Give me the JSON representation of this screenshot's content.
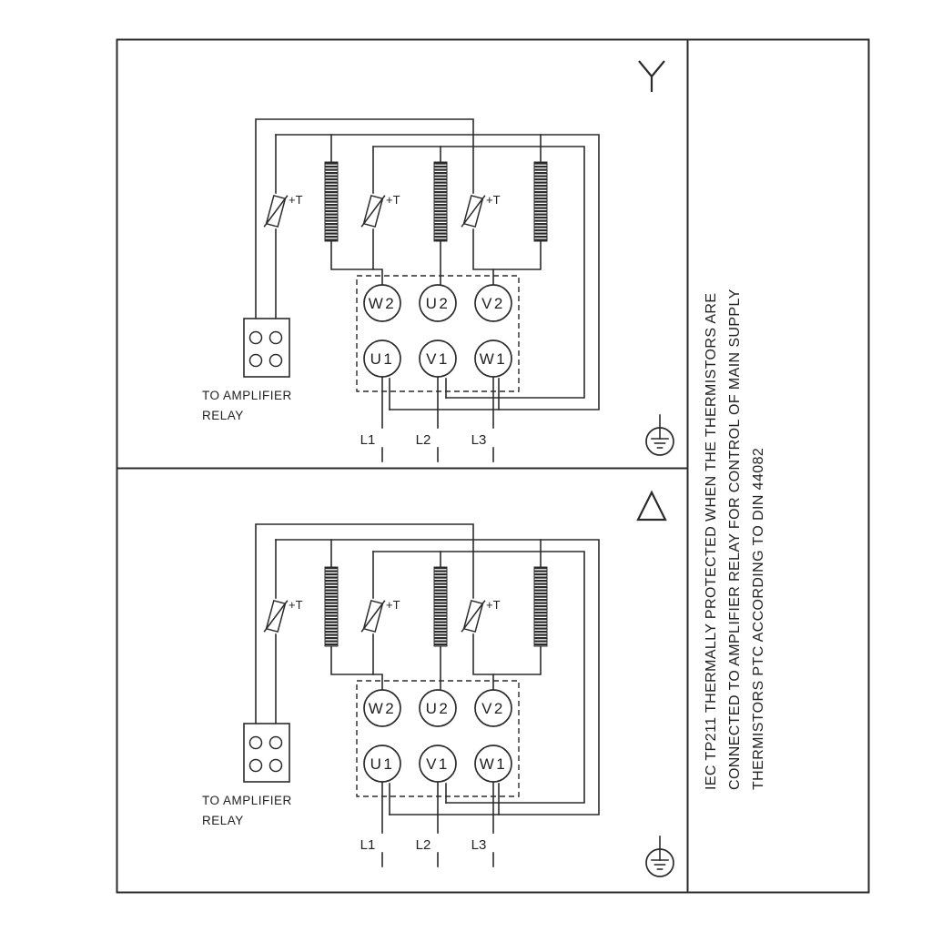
{
  "diagram": {
    "side_note": {
      "line1": "IEC TP211 THERMALLY PROTECTED WHEN THE THERMISTORS ARE",
      "line2": "CONNECTED TO AMPLIFIER RELAY FOR CONTROL OF MAIN SUPPLY",
      "line3": "THERMISTORS PTC ACCORDING TO DIN 44082"
    },
    "panels": [
      {
        "name": "star-connection",
        "connection_symbol": "star",
        "terminals_top": [
          "W2",
          "U2",
          "V2"
        ],
        "terminals_bottom": [
          "U1",
          "V1",
          "W1"
        ],
        "thermistor_label": "+T",
        "relay_note_line1": "TO AMPLIFIER",
        "relay_note_line2": "RELAY",
        "supply_lines": [
          "L1",
          "L2",
          "L3"
        ]
      },
      {
        "name": "delta-connection",
        "connection_symbol": "delta",
        "terminals_top": [
          "W2",
          "U2",
          "V2"
        ],
        "terminals_bottom": [
          "U1",
          "V1",
          "W1"
        ],
        "thermistor_label": "+T",
        "relay_note_line1": "TO AMPLIFIER",
        "relay_note_line2": "RELAY",
        "supply_lines": [
          "L1",
          "L2",
          "L3"
        ]
      }
    ],
    "colors": {
      "line": "#2b2b2b",
      "background": "#ffffff"
    }
  }
}
